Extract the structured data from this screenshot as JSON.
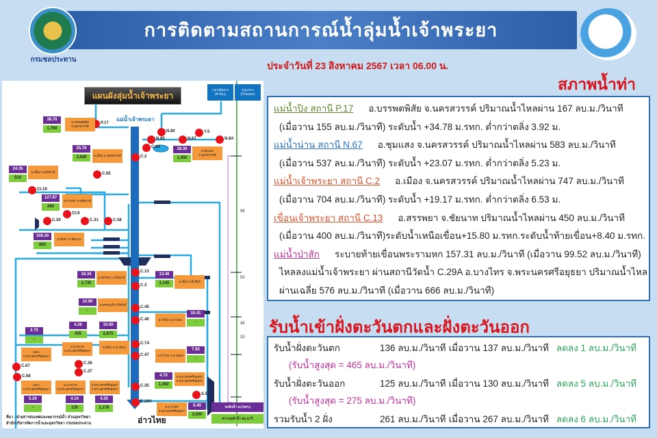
{
  "header": {
    "title": "การติดตามสถานการณ์น้ำลุ่มน้ำเจ้าพระยา",
    "logo_left_text": "กรมชลประทาน",
    "date": "ประจำวันที่ 23 สิงหาคม 2567 เวลา 06.00 น."
  },
  "map": {
    "title": "แผนผังลุ่มน้ำเจ้าพระยา",
    "river_label": "แม่น้ำเจ้าพระยา",
    "gulf_label": "อ่าวไทย",
    "col_travel_time": "เวลาเดินทาง (ชั่วโมง)",
    "col_distance": "ระยะทาง (กิโลเมตร)",
    "distances": [
      "98",
      "50",
      "45",
      "33"
    ],
    "legend_level": "ระดับน้ำ ม.(รทก.)",
    "legend_capacity": "ความจุลำน้ำ ลบ.ม./วิ",
    "source_line1": "ที่มา : ฝ่ายสารสนเทศและพยากรณ์น้ำ ส่วนอุทกวิทยา",
    "source_line2": "สำนักบริหารจัดการน้ำและอุทกวิทยา กรมชลประทาน",
    "stations": [
      "P.17",
      "N.80",
      "N.85",
      "N.67",
      "Y.5",
      "N.8A",
      "C.84",
      "C.2",
      "C.65",
      "Ct.19",
      "Ct.9",
      "C.30",
      "C.31",
      "C.58",
      "C.13",
      "C.3",
      "C.45",
      "C.46",
      "C.7A",
      "C.47",
      "C.36",
      "C.37",
      "C.67",
      "C.68",
      "C.35",
      "C.29A",
      "S.5"
    ],
    "gauges": [
      {
        "level": "38.70",
        "capacity": "1,760",
        "place": "อ.บรรพตพิสัย จ.นครสวรรค์"
      },
      {
        "level": "25.70",
        "capacity": "3,640",
        "place": "อ.เมือง จ.นครสวรรค์"
      },
      {
        "level": "28.30",
        "capacity": "1,450",
        "place": "อ.ชุมแสง จ.นครสวรรค์"
      },
      {
        "level": "24.35",
        "capacity": "510",
        "place": "อ.เมือง จ.อุทัยธานี"
      },
      {
        "level": "127.87",
        "capacity": "280",
        "place": "อ.ลานสัก จ.อุทัยธานี"
      },
      {
        "level": "108.30",
        "capacity": "850",
        "place": "อ.หันคา จ.ชัยนาท"
      },
      {
        "level": "16.34",
        "capacity": "2,730",
        "place": "อ.สรรพยา จ.ชัยนาท"
      },
      {
        "level": "13.40",
        "capacity": "3,145",
        "place": "อ.เมือง จ.สิงห์บุรี"
      },
      {
        "level": "10.90",
        "capacity": "-",
        "place": "อ.พรหมบุรี จ.สิงห์บุรี"
      },
      {
        "level": "10.41",
        "capacity": "-",
        "place": "อ.ไชโย จ.อ่างทอง"
      },
      {
        "level": "2.75",
        "capacity": "-",
        "place": "เสนา จ.พระนครศรีอยุธยา"
      },
      {
        "level": "4.36",
        "capacity": "425",
        "place": "อ.บางบาล จ.พระนครศรีอยุธยา"
      },
      {
        "level": "10.00",
        "capacity": "2,875",
        "place": "อ.เมือง จ.อ่างทอง"
      },
      {
        "level": "7.93",
        "capacity": "-",
        "place": "อ.ป่าโมก จ.อ่างทอง"
      },
      {
        "level": "4.70",
        "capacity": "1,400",
        "place": "อ.พระนครศรีอยุธยา จ.พระนครศรีอยุธยา"
      },
      {
        "level": "5.20",
        "capacity": "-",
        "place": "เสนา จ.พระนครศรีอยุธยา"
      },
      {
        "level": "4.14",
        "capacity": "135",
        "place": "อ.บางบาล จ.พระนครศรีอยุธยา"
      },
      {
        "level": "4.35",
        "capacity": "1,178",
        "place": "อ.พระนครศรีอยุธยา จ.พระนครศรีอยุธยา"
      },
      {
        "level": "5.40",
        "capacity": "3,500",
        "place": "อ.บางไทร จ.พระนครศรีอยุธยา"
      }
    ]
  },
  "status": {
    "title": "สภาพน้ำท่า",
    "entries": [
      {
        "head": "แม่น้ำปิง สถานี P.17",
        "color": "#5a8a2c",
        "l1": "อ.บรรพตพิสัย จ.นครสวรรค์ ปริมาณน้ำไหลผ่าน 167 ลบ.ม./วินาที",
        "l2": "(เมื่อวาน 155 ลบ.ม./วินาที) ระดับน้ำ +34.78 ม.รทก. ต่ำกว่าตลิ่ง 3.92 ม."
      },
      {
        "head": "แม่น้ำน่าน สถานี N.67",
        "color": "#2a6fc4",
        "l1": "อ.ชุมแสง จ.นครสวรรค์ ปริมาณน้ำไหลผ่าน 583 ลบ.ม./วินาที",
        "l2": "(เมื่อวาน 537 ลบ.ม./วินาที) ระดับน้ำ +23.07 ม.รทก. ต่ำกว่าตลิ่ง 5.23 ม."
      },
      {
        "head": "แม่น้ำเจ้าพระยา สถานี C.2",
        "color": "#e0502a",
        "l1": "อ.เมือง จ.นครสวรรค์ ปริมาณน้ำไหลผ่าน 747 ลบ.ม./วินาที",
        "l2": "(เมื่อวาน 704 ลบ.ม./วินาที) ระดับน้ำ +19.17 ม.รทก. ต่ำกว่าตลิ่ง 6.53 ม."
      },
      {
        "head": "เขื่อนเจ้าพระยา สถานี C.13",
        "color": "#e0502a",
        "l1": "อ.สรรพยา จ.ชัยนาท ปริมาณน้ำไหลผ่าน 450 ลบ.ม./วินาที",
        "l2": "(เมื่อวาน 400 ลบ.ม./วินาที)ระดับน้ำเหนือเขื่อน+15.80 ม.รทก.ระดับน้ำท้ายเขื่อน+8.40 ม.รทก."
      },
      {
        "head": "แม่น้ำป่าสัก",
        "color": "#c0309a",
        "l1": "ระบายท้ายเขื่อนพระรามหก 157.31 ลบ.ม./วินาที (เมื่อวาน 99.52  ลบ.ม./วินาที)",
        "l2": "ไหลลงแม่น้ำเจ้าพระยา ผ่านสถานีวัดน้ำ C.29A อ.บางไทร จ.พระนครศรีอยุธยา ปริมาณน้ำไหล",
        "l3": "ผ่านเฉลี่ย 576 ลบ.ม./วินาที (เมื่อวาน 666 ลบ.ม./วินาที)"
      }
    ]
  },
  "intake": {
    "title": "รับน้ำเข้าฝั่งตะวันตกและฝั่งตะวันออก",
    "rows": [
      {
        "label": "รับน้ำฝั่งตะวันตก",
        "today": "136 ลบ.ม./วินาที",
        "yesterday": "เมื่อวาน 137 ลบ.ม./วินาที",
        "change": "ลดลง 1 ลบ.ม./วินาที",
        "max": "(รับน้ำสูงสุด = 465 ลบ.ม./วินาที)"
      },
      {
        "label": "รับน้ำฝั่งตะวันออก",
        "today": "125 ลบ.ม./วินาที",
        "yesterday": "เมื่อวาน 130 ลบ.ม./วินาที",
        "change": "ลดลง 5 ลบ.ม./วินาที",
        "max": "(รับน้ำสูงสุด = 275 ลบ.ม./วินาที)"
      },
      {
        "label": "รวมรับน้ำ 2 ฝั่ง",
        "today": "261 ลบ.ม./วินาที",
        "yesterday": "เมื่อวาน 267 ลบ.ม./วินาที",
        "change": "ลดลง 6 ลบ.ม./วินาที"
      }
    ]
  },
  "colors": {
    "title_red": "#d8141c",
    "header_blue": "#2d5ea8",
    "decrease_green": "#2aa55a",
    "max_magenta": "#c0309a",
    "river_blue": "#1273c2",
    "station_red": "#e8121a"
  }
}
